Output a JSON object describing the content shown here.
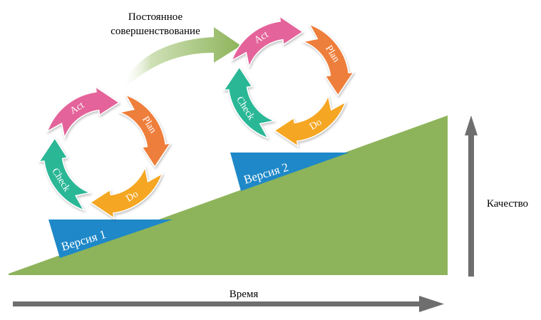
{
  "labels": {
    "improvement_line1": "Постоянное",
    "improvement_line2": "совершенствование",
    "quality": "Качество",
    "time": "Время"
  },
  "versions": [
    {
      "label": "Версия 1"
    },
    {
      "label": "Версия 2"
    }
  ],
  "cycle": {
    "segments": [
      {
        "label": "Plan",
        "color": "#EE7E3A"
      },
      {
        "label": "Do",
        "color": "#F5A623"
      },
      {
        "label": "Check",
        "color": "#2BB796"
      },
      {
        "label": "Act",
        "color": "#E4649A"
      }
    ]
  },
  "colors": {
    "ramp": "#8DB45A",
    "step": "#1E88C8",
    "axis_arrow": "#6E6E6E",
    "improvement_arrow": "#8DB45A"
  }
}
